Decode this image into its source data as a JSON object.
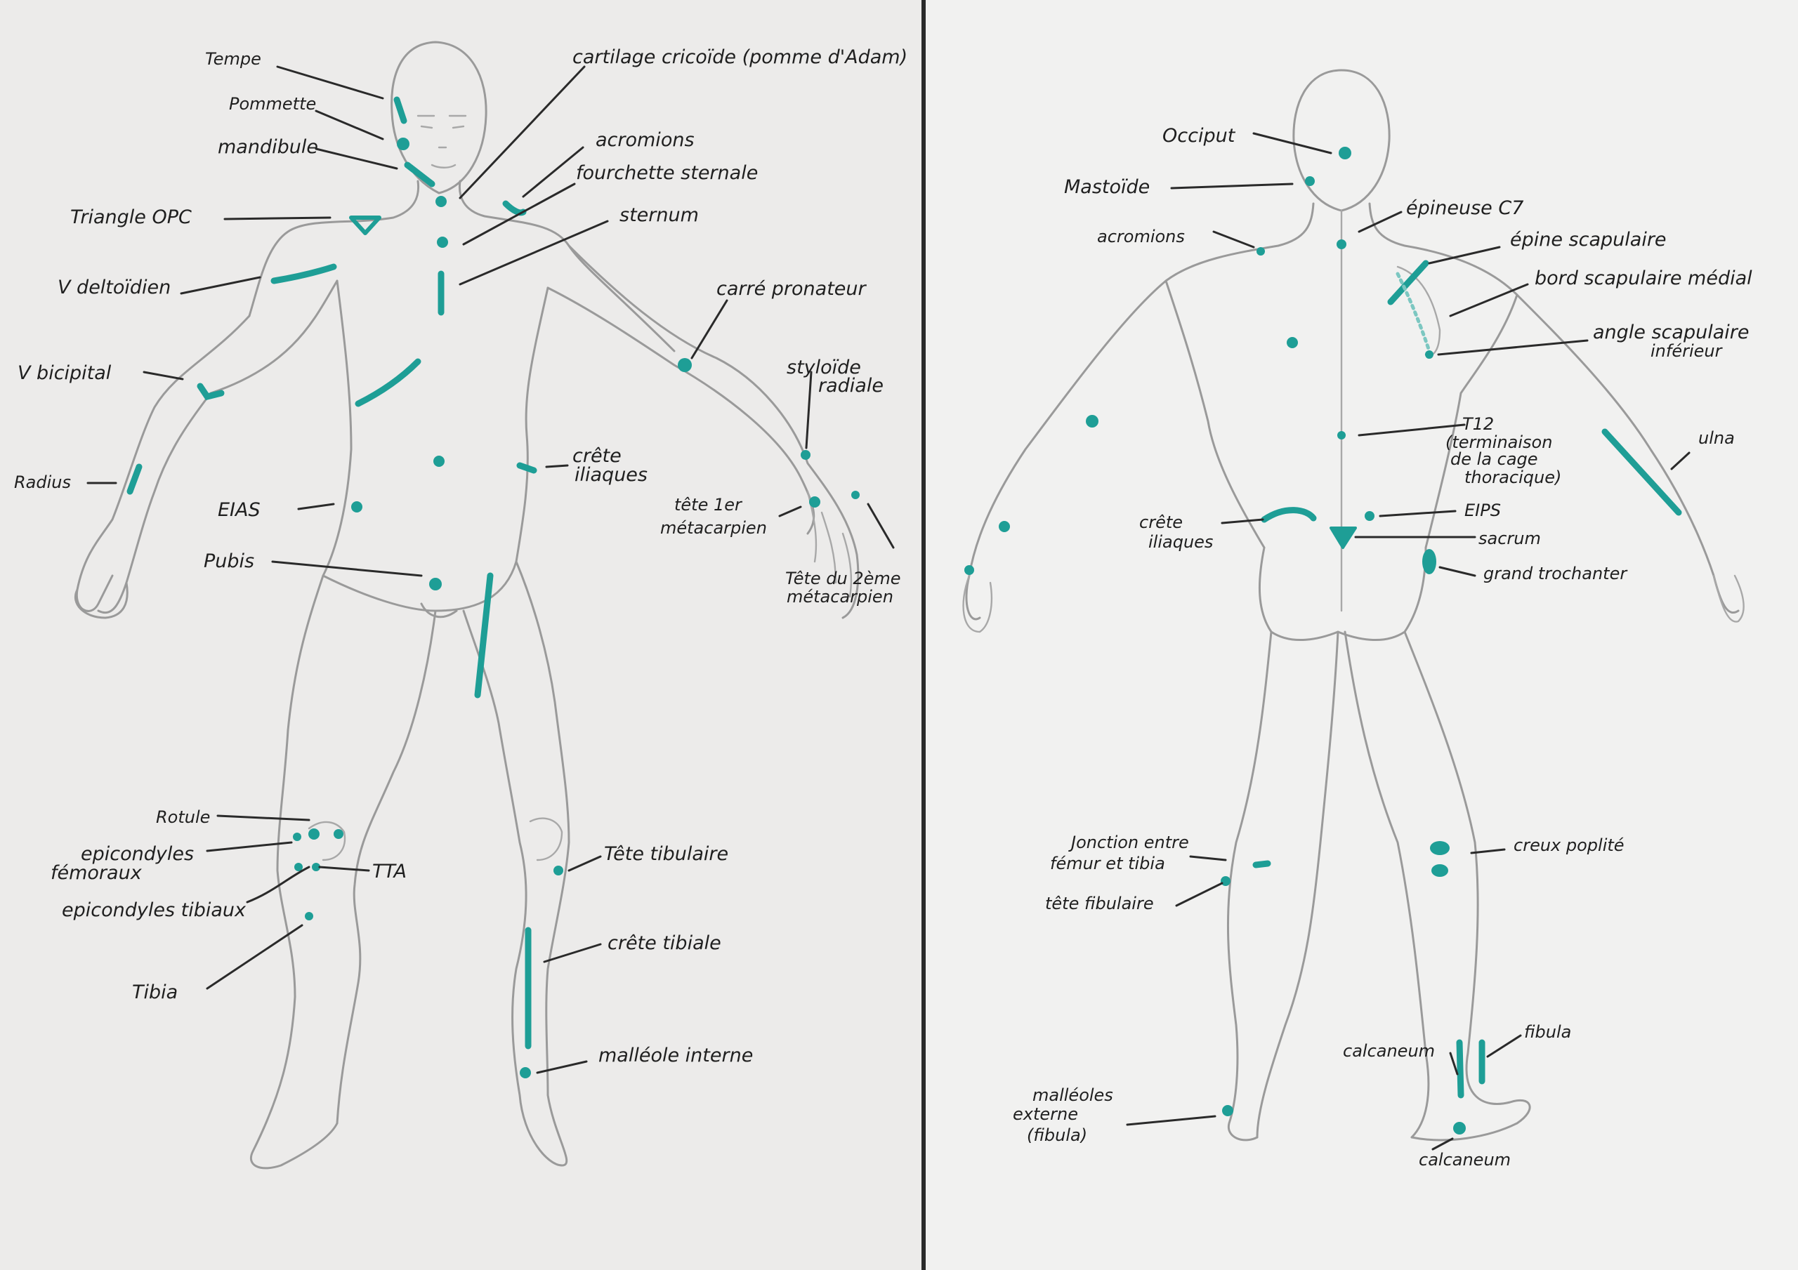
{
  "colors": {
    "marker": "#1e9e96",
    "pencil": "#9a9a9a",
    "ink": "#1f1f1f",
    "paper": "#ecebea"
  },
  "front": {
    "labels": {
      "tempe": "Tempe",
      "pommette": "Pommette",
      "mandibule": "mandibule",
      "cartilage": "cartilage cricoïde (pomme d'Adam)",
      "acromions": "acromions",
      "fourchette": "fourchette sternale",
      "triangle_opc": "Triangle OPC",
      "sternum": "sternum",
      "v_deltoidien": "V deltoïdien",
      "carre_pronateur": "carré pronateur",
      "v_bicipital": "V bicipital",
      "styloide_1": "styloïde",
      "styloide_2": "radiale",
      "radius": "Radius",
      "crete_iliaques_1": "crête",
      "crete_iliaques_2": "iliaques",
      "eias": "EIAS",
      "tete_1er_1": "tête 1er",
      "tete_1er_2": "métacarpien",
      "pubis": "Pubis",
      "tete_2eme_1": "Tête du 2ème",
      "tete_2eme_2": "métacarpien",
      "rotule": "Rotule",
      "epicondyles_fem_1": "epicondyles",
      "epicondyles_fem_2": "fémoraux",
      "tta": "TTA",
      "tete_tibulaire": "Tête tibulaire",
      "epicondyles_tib": "epicondyles tibiaux",
      "crete_tibiale": "crête tibiale",
      "tibia": "Tibia",
      "malleole_interne": "malléole interne"
    }
  },
  "back": {
    "labels": {
      "occiput": "Occiput",
      "mastoide": "Mastoïde",
      "epineuse_c7": "épineuse C7",
      "acromions": "acromions",
      "epine_scapulaire": "épine scapulaire",
      "bord_scapulaire": "bord scapulaire médial",
      "angle_scapulaire_1": "angle scapulaire",
      "angle_scapulaire_2": "inférieur",
      "t12_1": "T12",
      "t12_2": "(terminaison",
      "t12_3": "de la cage",
      "t12_4": "thoracique)",
      "ulna": "ulna",
      "crete_iliaques_1": "crête",
      "crete_iliaques_2": "iliaques",
      "eips": "EIPS",
      "sacrum": "sacrum",
      "grand_trochanter": "grand trochanter",
      "jonction_1": "Jonction entre",
      "jonction_2": "fémur et tibia",
      "creux_poplite": "creux poplité",
      "tete_fibulaire": "tête fibulaire",
      "calcaneum_top": "calcaneum",
      "fibula": "fibula",
      "malleoles_1": "malléoles",
      "malleoles_2": "externe",
      "malleoles_3": "(fibula)",
      "calcaneum_bottom": "calcaneum"
    }
  }
}
